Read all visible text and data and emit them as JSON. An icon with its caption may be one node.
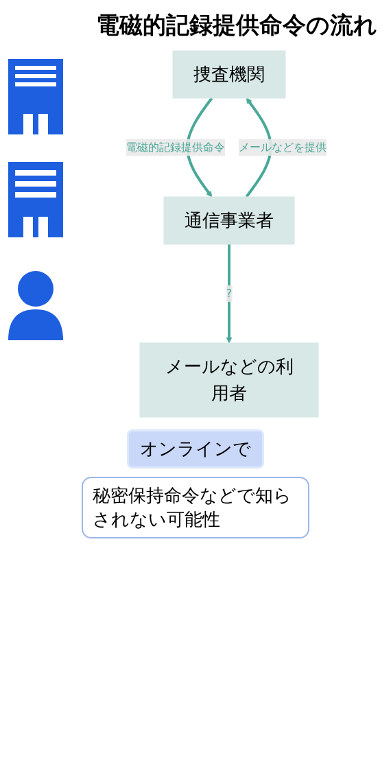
{
  "diagram": {
    "title": "電磁的記録提供命令の流れ",
    "nodes": [
      {
        "text": [
          "捜査機関"
        ]
      },
      {
        "text": [
          "通信事業者"
        ]
      },
      {
        "text": [
          "メールなどの利用者"
        ]
      }
    ],
    "edges": [
      {
        "from": 0,
        "to": 1,
        "arrow": "to",
        "label": "電磁的記録提供命令"
      },
      {
        "from": 1,
        "to": 0,
        "arrow": "to",
        "label": "メールなどを提供"
      },
      {
        "from": 1,
        "to": 2,
        "arrow": "to",
        "label": "?"
      }
    ],
    "labels": [
      "オンラインで",
      "秘密保持命令などで知らされない可能性"
    ]
  }
}
